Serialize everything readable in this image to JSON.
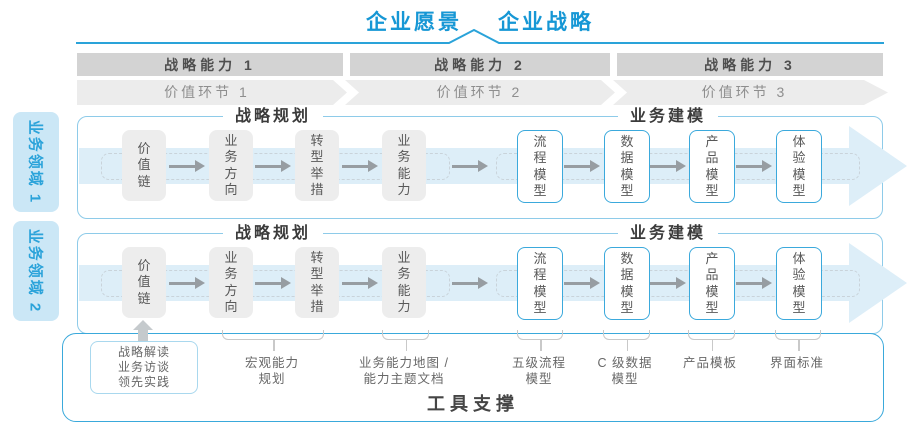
{
  "header": {
    "vision": "企业愿景",
    "strategy": "企业战略"
  },
  "capabilities": [
    {
      "label": "战略能力 1"
    },
    {
      "label": "战略能力 2"
    },
    {
      "label": "战略能力 3"
    }
  ],
  "value_links": [
    {
      "label": "价值环节 1"
    },
    {
      "label": "价值环节 2"
    },
    {
      "label": "价值环节 3"
    }
  ],
  "domains": [
    {
      "label": "业务领域 1"
    },
    {
      "label": "业务领域 2"
    }
  ],
  "panels": [
    {
      "planning_header": "战略规划",
      "modeling_header": "业务建模",
      "boxes": [
        {
          "label": "价值链",
          "type": "gray"
        },
        {
          "label": "业务方向",
          "type": "gray"
        },
        {
          "label": "转型举措",
          "type": "gray"
        },
        {
          "label": "业务能力",
          "type": "gray"
        },
        {
          "label": "流程模型",
          "type": "blue"
        },
        {
          "label": "数据模型",
          "type": "blue"
        },
        {
          "label": "产品模型",
          "type": "blue"
        },
        {
          "label": "体验模型",
          "type": "blue"
        }
      ]
    },
    {
      "planning_header": "战略规划",
      "modeling_header": "业务建模",
      "boxes": [
        {
          "label": "价值链",
          "type": "gray"
        },
        {
          "label": "业务方向",
          "type": "gray"
        },
        {
          "label": "转型举措",
          "type": "gray"
        },
        {
          "label": "业务能力",
          "type": "gray"
        },
        {
          "label": "流程模型",
          "type": "blue"
        },
        {
          "label": "数据模型",
          "type": "blue"
        },
        {
          "label": "产品模型",
          "type": "blue"
        },
        {
          "label": "体验模型",
          "type": "blue"
        }
      ]
    }
  ],
  "annotations": {
    "inputs": [
      "战略解读",
      "业务访谈",
      "领先实践"
    ],
    "labels": [
      {
        "text": "宏观能力\n规划"
      },
      {
        "text": "业务能力地图 /\n能力主题文档"
      },
      {
        "text": "五级流程\n模型"
      },
      {
        "text": "C 级数据\n模型"
      },
      {
        "text": "产品模板"
      },
      {
        "text": "界面标准"
      }
    ]
  },
  "footer": {
    "label": "工具支撑"
  },
  "colors": {
    "title_blue": "#1697d5",
    "line_blue": "#2aa3d9",
    "domain_fill": "#cbe7f6",
    "domain_text": "#2ba3da",
    "capability_bar": "#d3d3d3",
    "value_strip": "#ececec",
    "panel_border": "#8ecbe9",
    "flow_arrow_fill": "#ddeef8",
    "gray_box": "#ededed",
    "blue_box_border": "#3ba9dc",
    "tools_border": "#3aa9db"
  }
}
